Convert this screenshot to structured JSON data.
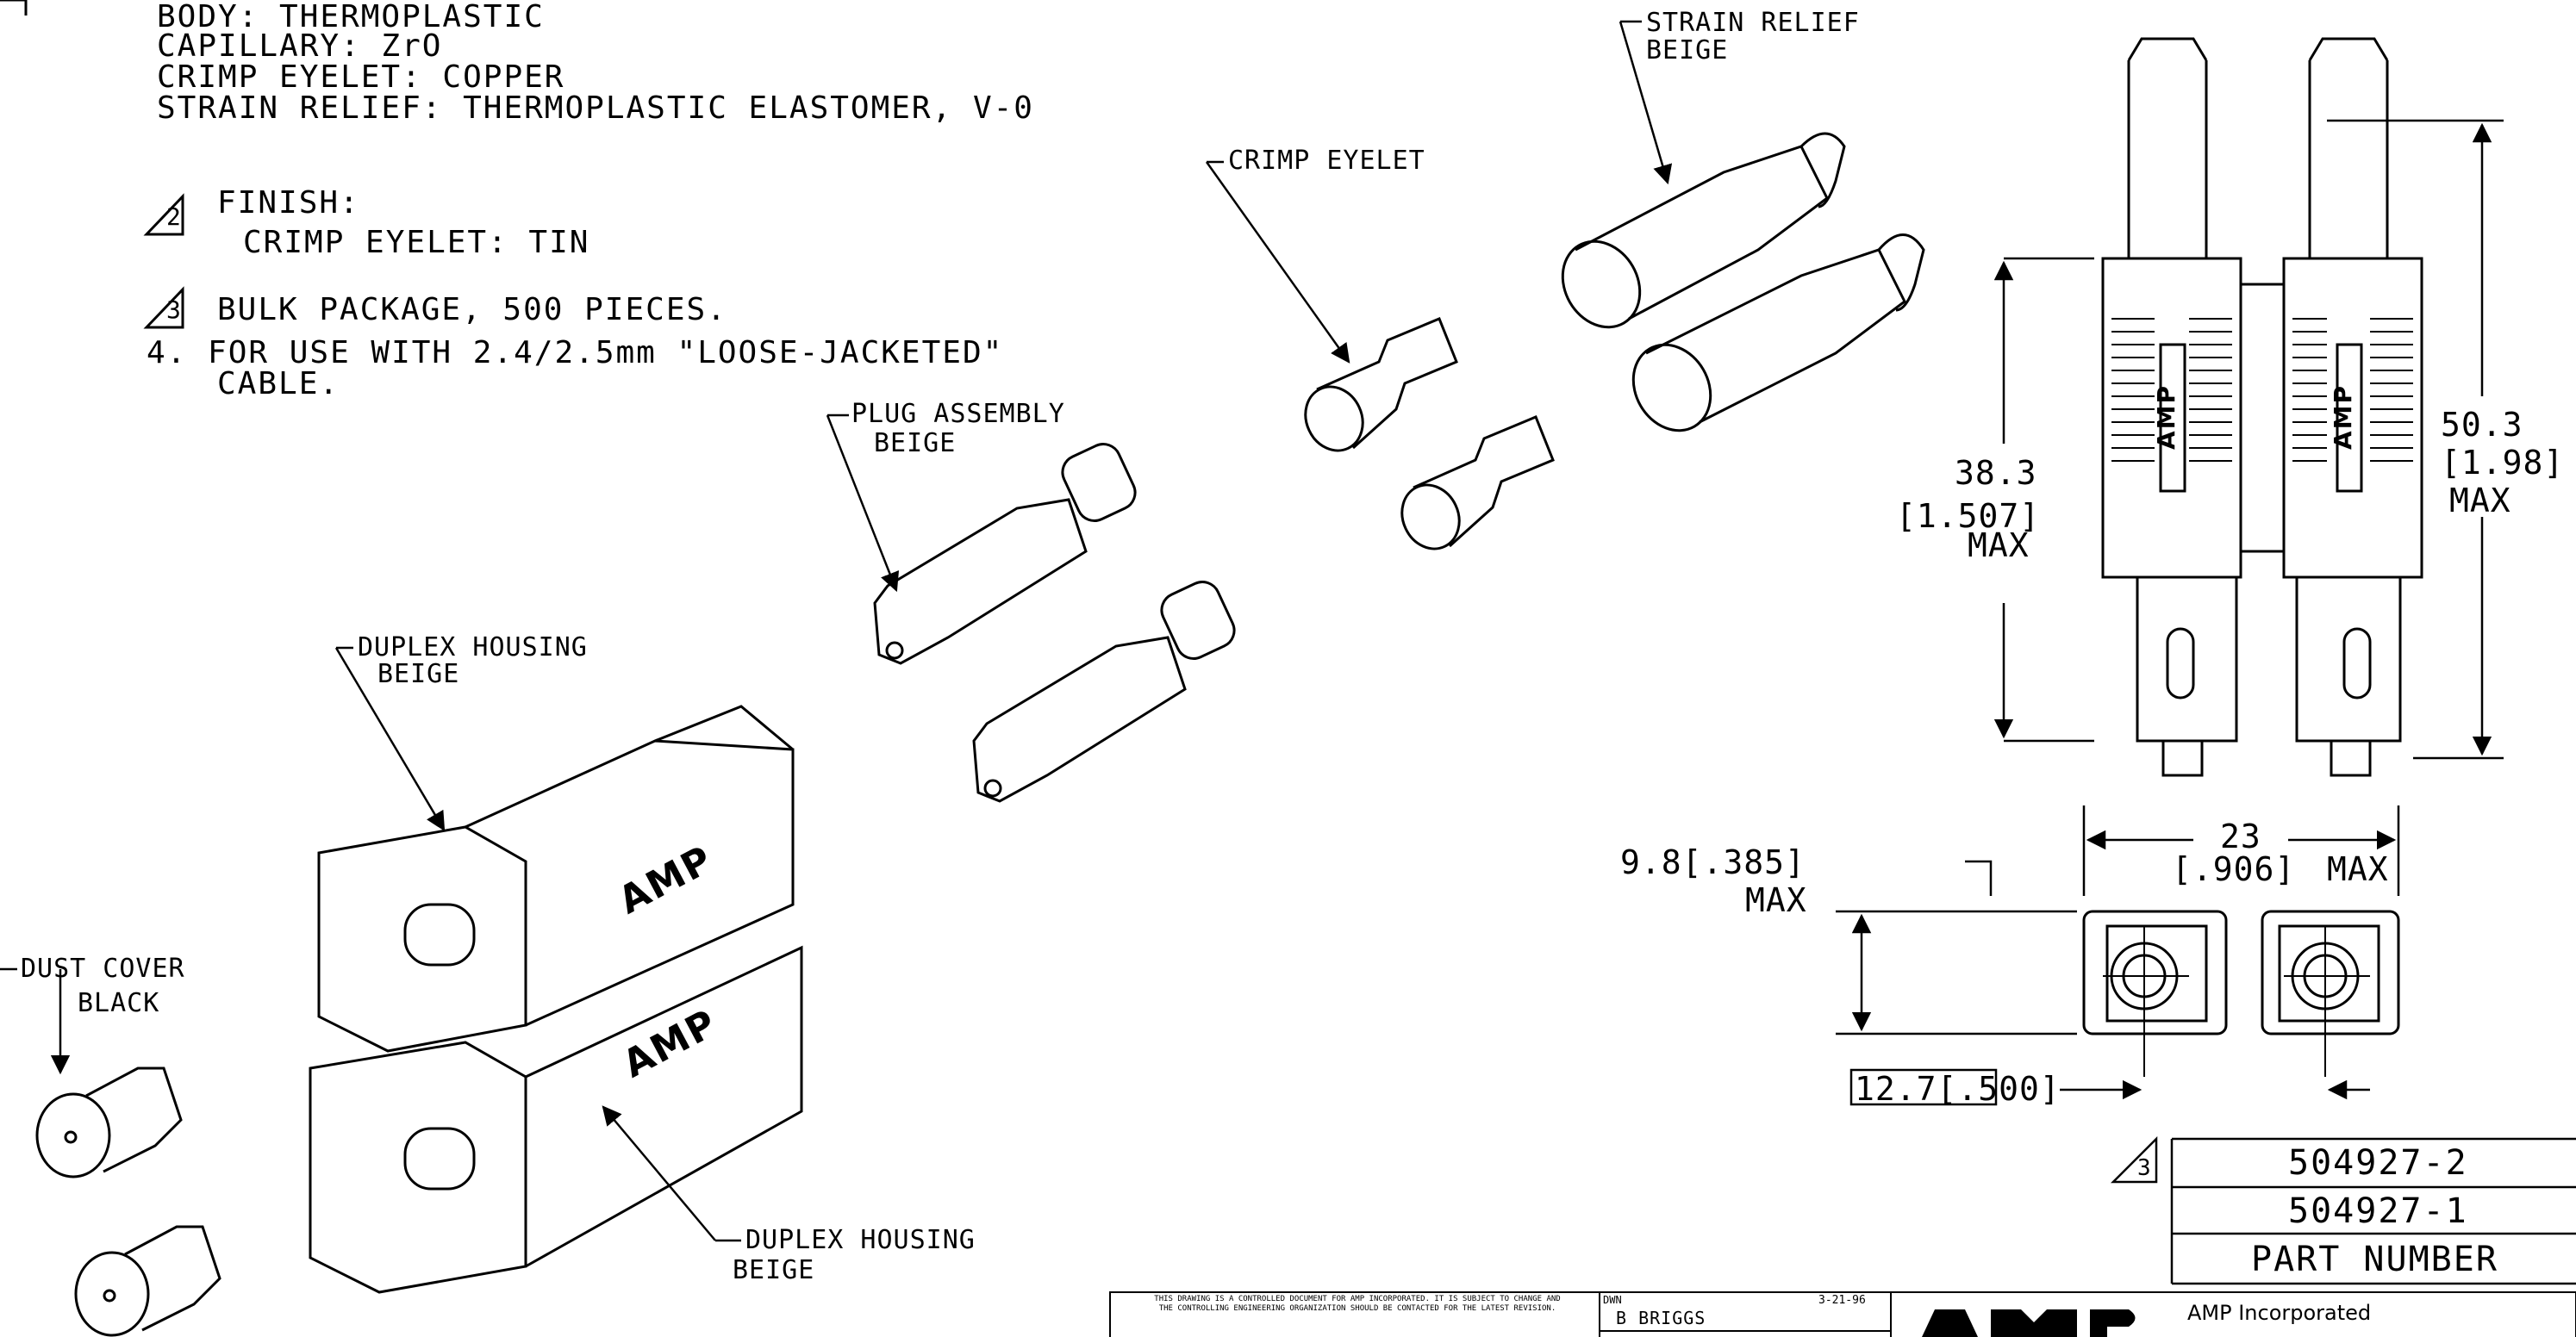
{
  "notes": {
    "materials": [
      "BODY: THERMOPLASTIC",
      "CAPILLARY: ZrO",
      "CRIMP EYELET: COPPER",
      "STRAIN RELIEF: THERMOPLASTIC ELASTOMER, V-0"
    ],
    "note2_flag": "2",
    "note2_title": "FINISH:",
    "note2_text": "CRIMP EYELET: TIN",
    "note3_flag": "3",
    "note3_text": "BULK PACKAGE, 500 PIECES.",
    "note4_line1": "4. FOR USE WITH 2.4/2.5mm \"LOOSE-JACKETED\"",
    "note4_line2": "CABLE."
  },
  "callouts": {
    "strain_relief": [
      "STRAIN RELIEF",
      "BEIGE"
    ],
    "crimp_eyelet": "CRIMP EYELET",
    "plug_assembly": [
      "PLUG ASSEMBLY",
      "BEIGE"
    ],
    "duplex_housing_top": [
      "DUPLEX HOUSING",
      "BEIGE"
    ],
    "duplex_housing_bottom": [
      "DUPLEX HOUSING",
      "BEIGE"
    ],
    "dust_cover": [
      "DUST COVER",
      "BLACK"
    ]
  },
  "dimensions": {
    "height_body": [
      "38.3",
      "[1.507]",
      "MAX"
    ],
    "height_total": [
      "50.3",
      "[1.98]",
      "MAX"
    ],
    "width": [
      "23",
      "[.906]",
      "MAX"
    ],
    "depth": [
      "9.8[.385]",
      "MAX"
    ],
    "pitch": "12.7[.500]"
  },
  "logo_text": "AMP",
  "part_table": {
    "flag": "3",
    "rows": [
      "504927-2",
      "504927-1"
    ],
    "header": "PART NUMBER"
  },
  "title_block": {
    "disclaimer": "THIS DRAWING IS A CONTROLLED DOCUMENT FOR AMP INCORPORATED. IT IS SUBJECT TO CHANGE AND THE CONTROLLING ENGINEERING ORGANIZATION SHOULD BE CONTACTED FOR THE LATEST REVISION.",
    "dwn_label": "DWN",
    "date": "3-21-96",
    "drawn_by": "B BRIGGS",
    "company": "AMP Incorporated",
    "logo": "AMP"
  }
}
